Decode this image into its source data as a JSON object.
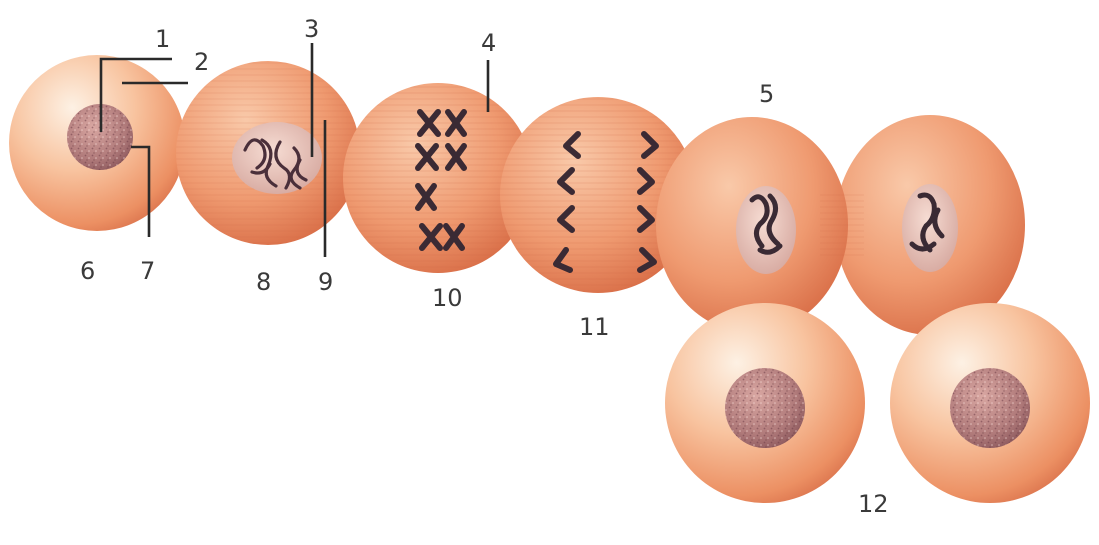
{
  "diagram": {
    "labels": [
      "1",
      "2",
      "3",
      "4",
      "5",
      "6",
      "7",
      "8",
      "9",
      "10",
      "11",
      "12"
    ],
    "colors": {
      "cytoplasm_light": "#fde3cc",
      "cytoplasm_mid": "#f3a070",
      "cytoplasm_dark": "#d9704a",
      "nucleus": "#b07a7a",
      "chromosome": "#3a2a34",
      "label_text": "#3a3a3a",
      "leader_line": "#2a2a2a"
    }
  }
}
